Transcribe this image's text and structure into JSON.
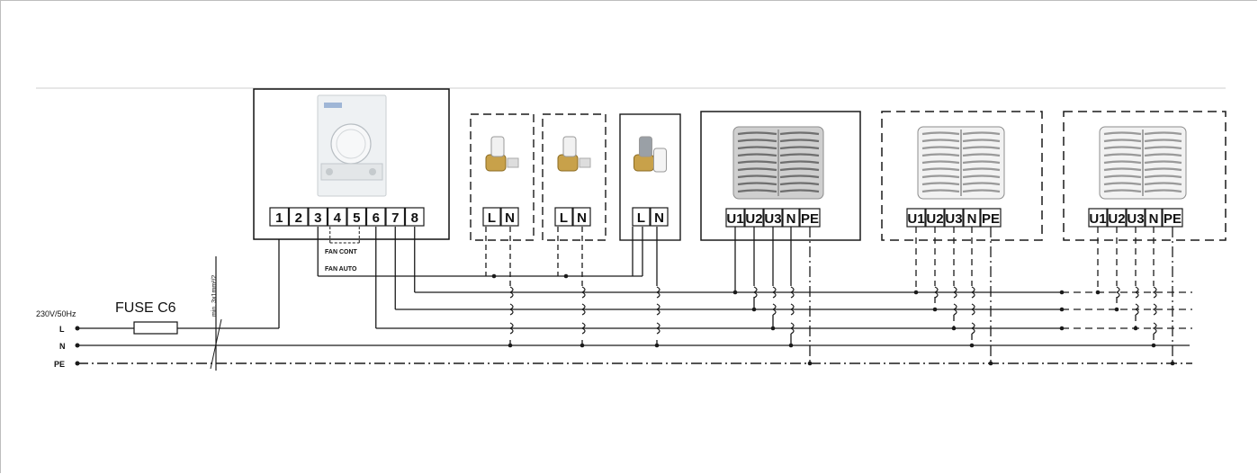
{
  "supply": {
    "voltage": "230V/50Hz",
    "fuse": "FUSE C6",
    "cable": "min. 3x1mm²/2",
    "lines": [
      "L",
      "N",
      "PE"
    ]
  },
  "thermostat": {
    "terminals": [
      "1",
      "2",
      "3",
      "4",
      "5",
      "6",
      "7",
      "8"
    ],
    "label_fan_cont": "FAN CONT",
    "label_fan_auto": "FAN AUTO"
  },
  "valves": [
    {
      "terminals": [
        "L",
        "N"
      ],
      "style": "dashed"
    },
    {
      "terminals": [
        "L",
        "N"
      ],
      "style": "dashed"
    },
    {
      "terminals": [
        "L",
        "N"
      ],
      "style": "solid"
    }
  ],
  "units": [
    {
      "terminals": [
        "U1",
        "U2",
        "U3",
        "N",
        "PE"
      ],
      "style": "solid"
    },
    {
      "terminals": [
        "U1",
        "U2",
        "U3",
        "N",
        "PE"
      ],
      "style": "dashed"
    },
    {
      "terminals": [
        "U1",
        "U2",
        "U3",
        "N",
        "PE"
      ],
      "style": "dashed"
    }
  ],
  "colors": {
    "line": "#1a1a1a",
    "dashed_box": "#555555",
    "thermostat_body": "#eef1f3",
    "grille": "#9a9a9a"
  }
}
